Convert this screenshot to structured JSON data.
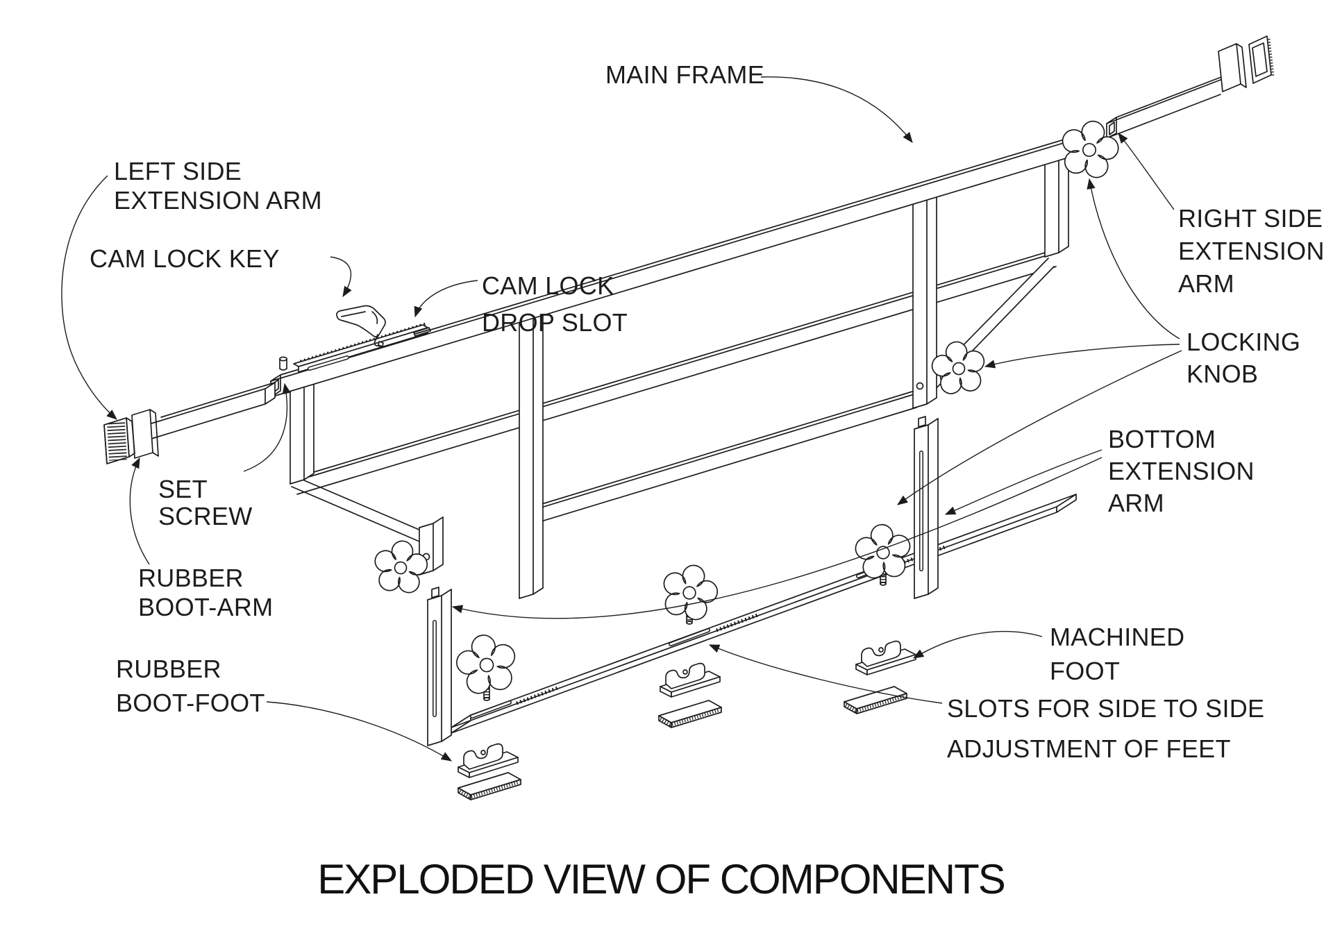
{
  "diagram": {
    "title": "EXPLODED VIEW OF COMPONENTS",
    "colors": {
      "line": "#1c1c1c",
      "background": "#ffffff"
    },
    "labels": {
      "main_frame": [
        "MAIN FRAME"
      ],
      "left_side_extension_arm": [
        "LEFT SIDE",
        "EXTENSION ARM"
      ],
      "cam_lock_key": [
        "CAM LOCK KEY"
      ],
      "cam_lock_drop_slot": [
        "CAM LOCK",
        "DROP SLOT"
      ],
      "right_side_extension_arm": [
        "RIGHT SIDE",
        "EXTENSION",
        "ARM"
      ],
      "locking_knob": [
        "LOCKING",
        "KNOB"
      ],
      "bottom_extension_arm": [
        "BOTTOM",
        "EXTENSION",
        "ARM"
      ],
      "machined_foot": [
        "MACHINED",
        "FOOT"
      ],
      "slots_for_feet": [
        "SLOTS FOR SIDE TO SIDE",
        "ADJUSTMENT OF FEET"
      ],
      "set_screw": [
        "SET",
        "SCREW"
      ],
      "rubber_boot_arm": [
        "RUBBER",
        "BOOT-ARM"
      ],
      "rubber_boot_foot": [
        "RUBBER",
        "BOOT-FOOT"
      ]
    }
  }
}
